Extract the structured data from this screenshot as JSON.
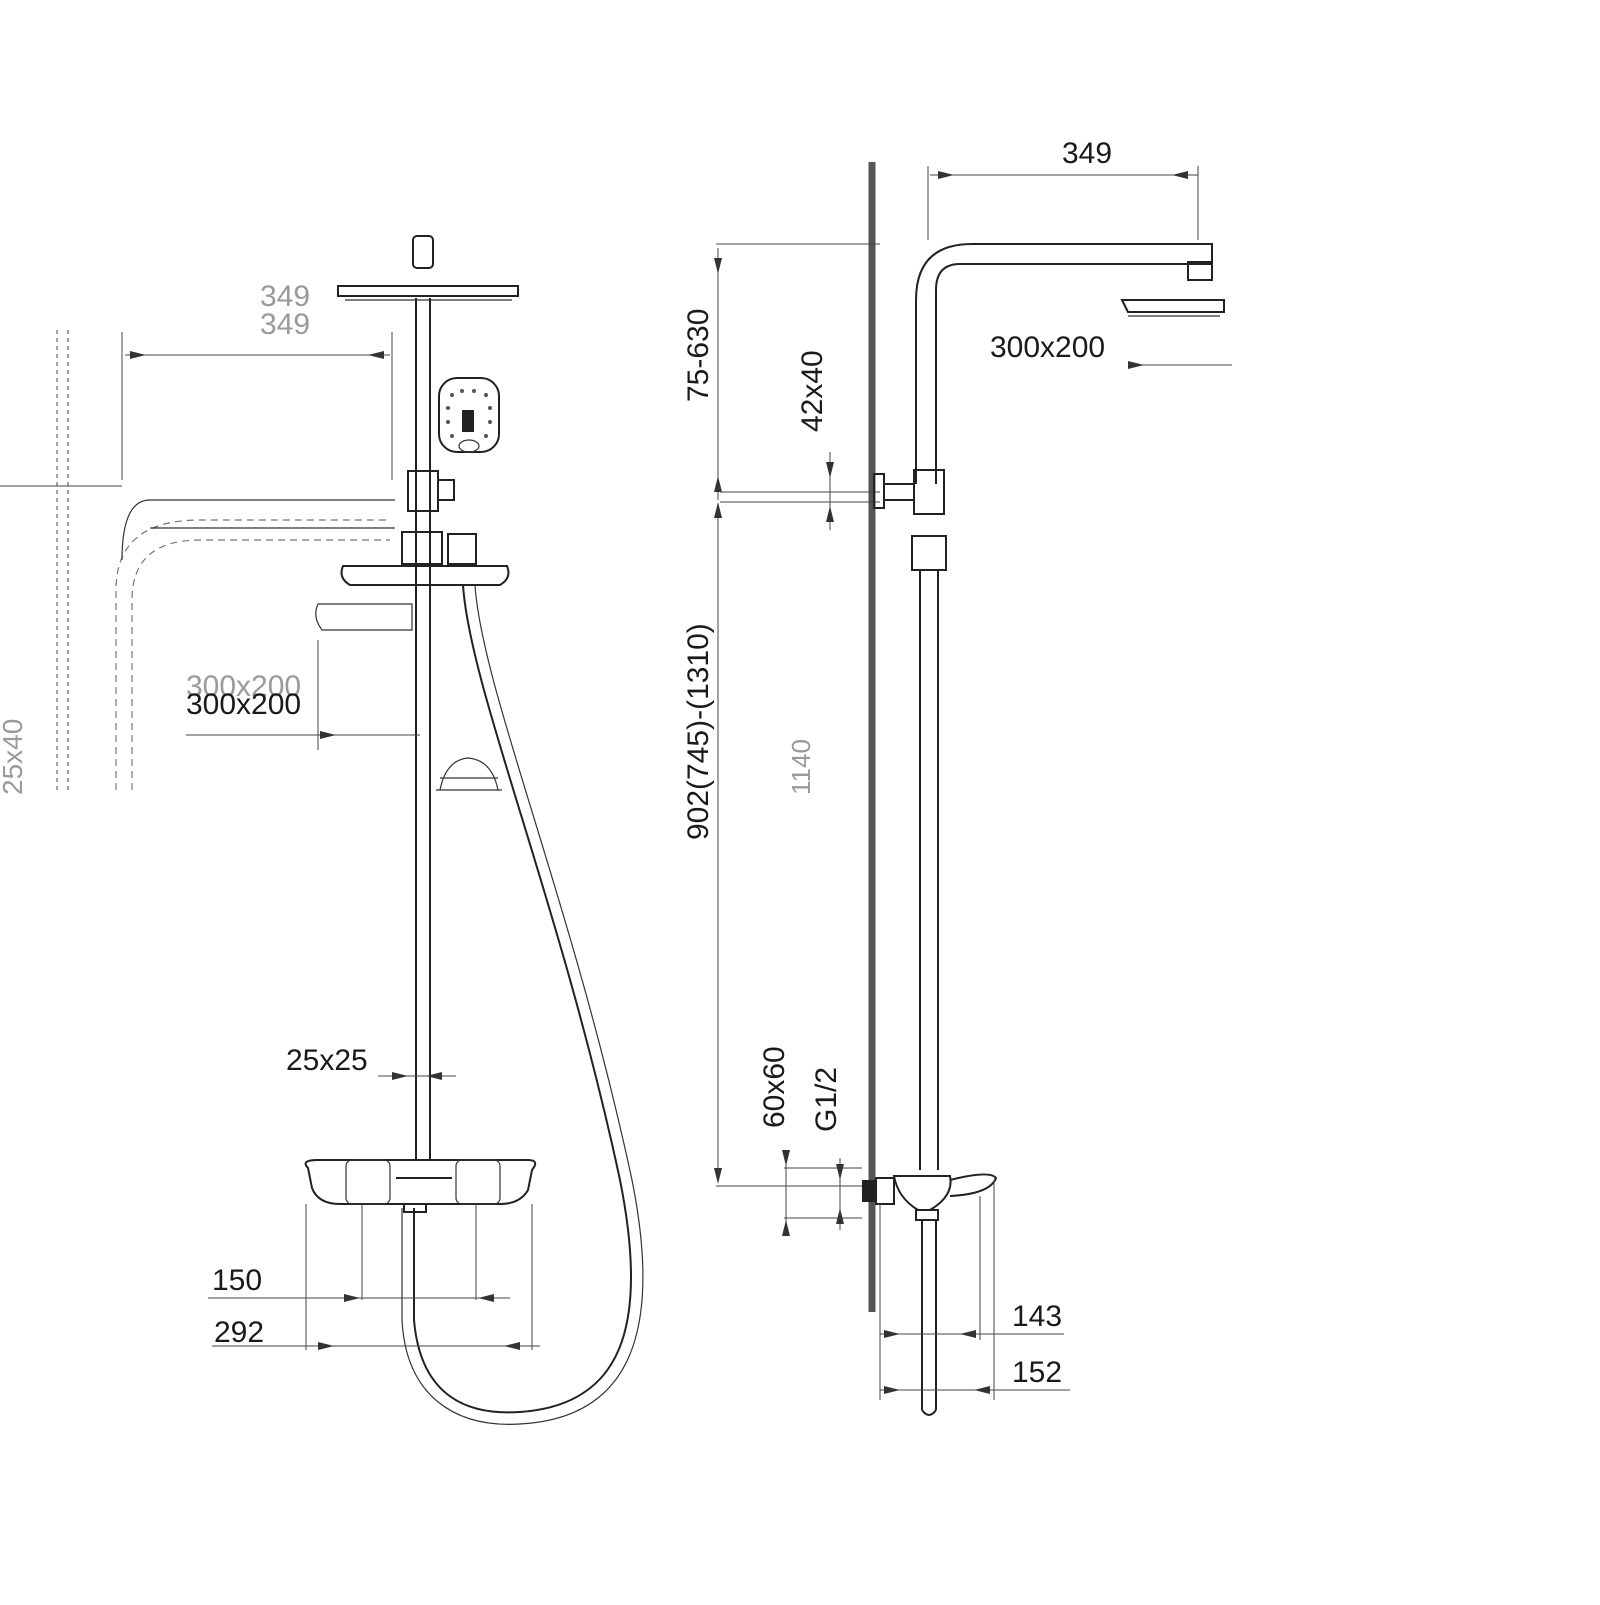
{
  "front_view": {
    "labels": {
      "arm_reach_top": "349",
      "arm_reach_ghost": "349",
      "head_size": "300x200",
      "head_size_ghost": "300x200",
      "rail_section": "25x25",
      "mixer_center": "150",
      "mixer_width": "292",
      "wall_partial": "25x40"
    }
  },
  "side_view": {
    "labels": {
      "arm_reach": "349",
      "height_adjust": "75-630",
      "bracket_size": "42x40",
      "head_size": "300x200",
      "rail_height": "902(745)-(1310)",
      "rail_height_ghost": "1140",
      "mixer_block": "60x60",
      "inlet_thread": "G1/2",
      "projection_front": "143",
      "projection_total": "152"
    }
  }
}
